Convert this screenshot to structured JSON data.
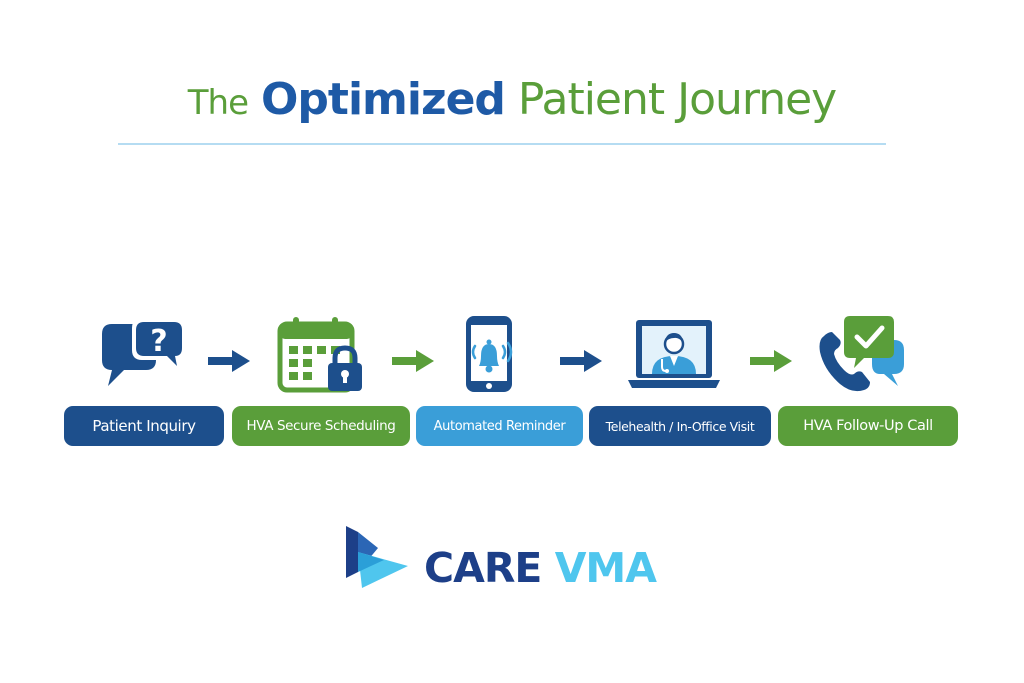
{
  "title": {
    "word1": "The",
    "word2": "Optimized",
    "word3": "Patient Journey"
  },
  "steps": [
    {
      "label": "Patient Inquiry",
      "icon": "question-chat-icon",
      "color": "#1d4f8c"
    },
    {
      "label": "HVA Secure Scheduling",
      "icon": "calendar-lock-icon",
      "color": "#5a9e3a"
    },
    {
      "label": "Automated Reminder",
      "icon": "phone-bell-icon",
      "color": "#3a9ed8"
    },
    {
      "label": "Telehealth / In-Office Visit",
      "icon": "laptop-doctor-icon",
      "color": "#1d4f8c"
    },
    {
      "label": "HVA Follow-Up Call",
      "icon": "phone-check-icon",
      "color": "#5a9e3a"
    }
  ],
  "brand": {
    "word1": "CARE",
    "word2": "VMA",
    "primary_color": "#1d3f88",
    "accent_color": "#4fc6ee"
  }
}
